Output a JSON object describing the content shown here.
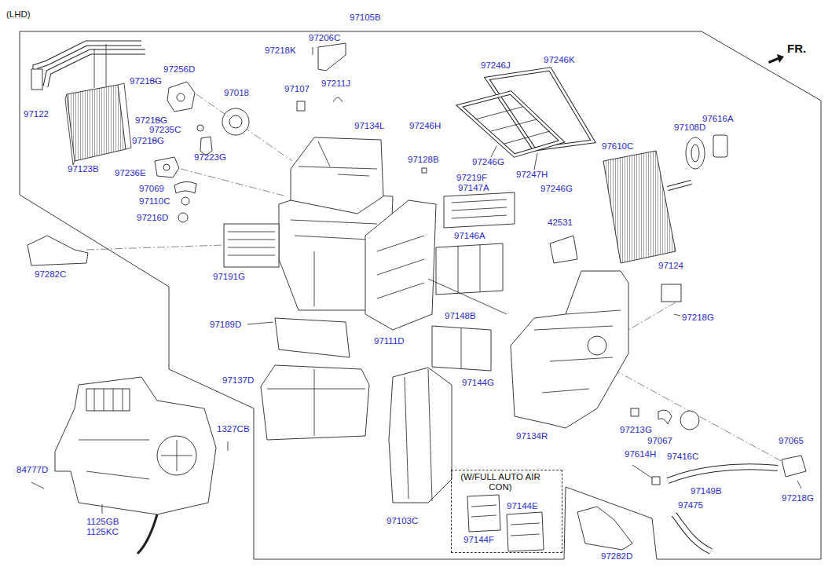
{
  "diagram": {
    "nodes": [
      {
        "text": [
          "(W/FULL AUTO AIR CON)"
        ]
      }
    ],
    "labels": [
      "(LHD)",
      "97105B",
      "FR.",
      "97206C",
      "97218K",
      "97256D",
      "97218G",
      "97107",
      "97211J",
      "97018",
      "97246J",
      "97246K",
      "97122",
      "97218G",
      "97235C",
      "97134L",
      "97246H",
      "97108D",
      "97616A",
      "97218G",
      "97610C",
      "97123B",
      "97236E",
      "97223G",
      "97246G",
      "97247H",
      "97246G",
      "97128B",
      "97219F",
      "97147A",
      "97069",
      "97110C",
      "97216D",
      "42531",
      "97146A",
      "97282C",
      "97191G",
      "97124",
      "97148B",
      "97218G",
      "97189D",
      "97111D",
      "97137D",
      "97144G",
      "1327CB",
      "97213G",
      "97067",
      "97134R",
      "97065",
      "97614H",
      "97416C",
      "84777D",
      "97144E",
      "97144F",
      "97149B",
      "97218G",
      "97475",
      "97103C",
      "1125GB",
      "1125KC",
      "97282D"
    ]
  }
}
